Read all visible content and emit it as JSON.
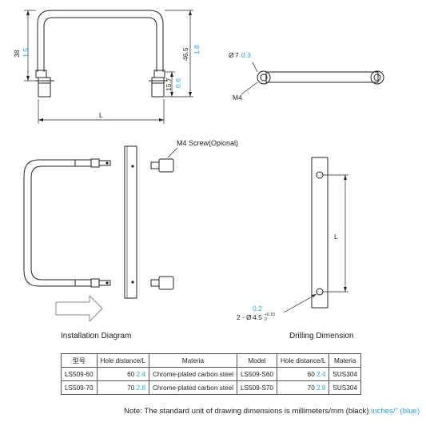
{
  "front_view": {
    "height_mm": "38",
    "height_in": "1.5",
    "total_height_mm": "46.5",
    "total_height_in": "1.8",
    "base_mm": "15.7",
    "base_in": "0.6",
    "length_label": "L"
  },
  "side_view": {
    "diameter_symbol": "Ø",
    "diameter_mm": "7",
    "diameter_in": "0.3",
    "thread": "M4"
  },
  "installation": {
    "screw_label": "M4 Screw(Opional)",
    "caption": "Installation Diagram"
  },
  "drilling": {
    "length_label": "L",
    "hole_tolerance_top": "0.2",
    "hole_prefix": "2 - ",
    "hole_diameter_symbol": "Ø",
    "hole_diameter": "4.5",
    "hole_tol_upper": "+0.10",
    "hole_tol_lower": "0",
    "caption": "Drilling Dimension"
  },
  "table": {
    "headers": [
      "型号",
      "Hole distance/L",
      "Materia",
      "Model",
      "Hole distance/L",
      "Materia"
    ],
    "rows": [
      {
        "model": "LS509-60",
        "mm": "60",
        "in": "2.4",
        "material": "Chrome-plated carbon steel",
        "model2": "LS509-S60",
        "mm2": "60",
        "in2": "2.4",
        "material2": "SUS304"
      },
      {
        "model": "LS509-70",
        "mm": "70",
        "in": "2.8",
        "material": "Chrome-plated carbon steel",
        "model2": "LS509-S70",
        "mm2": "70",
        "in2": "2.8",
        "material2": "SUS304"
      }
    ]
  },
  "note": {
    "text": "Note: The standard unit of drawing dimensions is millimeters/mm (black) ",
    "blue_text": "inches/\" (blue)"
  },
  "colors": {
    "ink": "#222222",
    "imperial": "#2aa3d8"
  }
}
